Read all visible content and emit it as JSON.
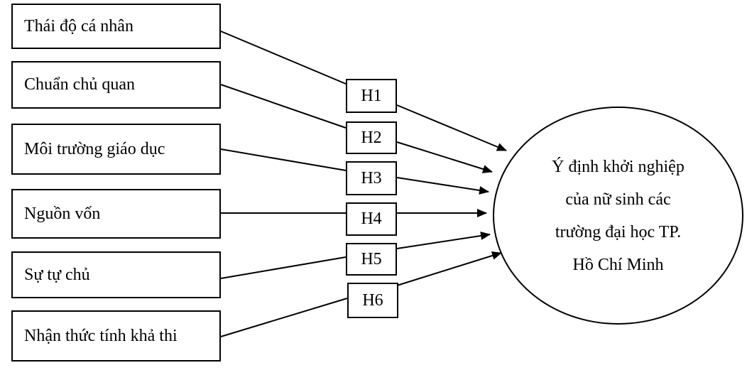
{
  "factors": [
    {
      "label": "Thái độ cá nhân"
    },
    {
      "label": "Chuẩn chủ quan"
    },
    {
      "label": "Môi trường giáo dục"
    },
    {
      "label": "Nguồn vốn"
    },
    {
      "label": "Sự tự chủ"
    },
    {
      "label": "Nhận thức tính khả thi"
    }
  ],
  "hypotheses": [
    {
      "label": "H1"
    },
    {
      "label": "H2"
    },
    {
      "label": "H3"
    },
    {
      "label": "H4"
    },
    {
      "label": "H5"
    },
    {
      "label": "H6"
    }
  ],
  "outcome": {
    "lines": [
      "Ý định khởi nghiệp",
      "của nữ sinh các",
      "trường đại học TP.",
      "Hồ Chí Minh"
    ]
  }
}
